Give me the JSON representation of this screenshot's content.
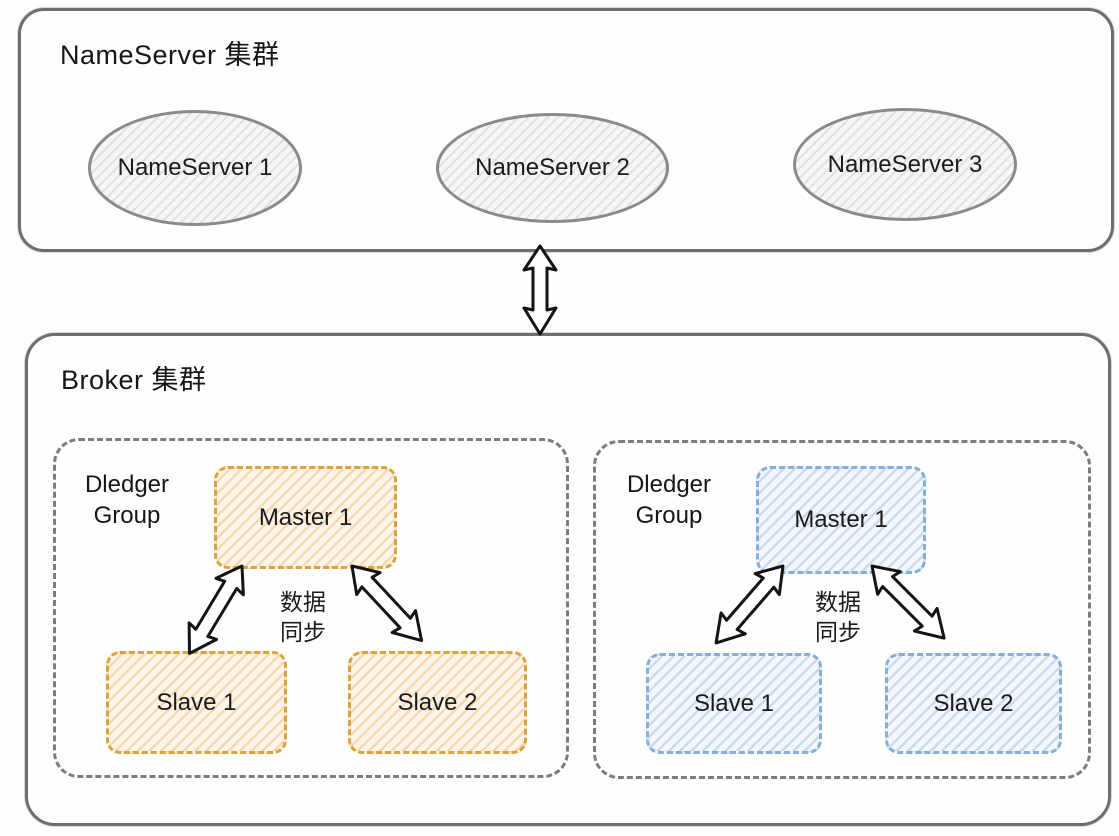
{
  "nameserver_cluster": {
    "title": "NameServer 集群",
    "nodes": [
      {
        "label": "NameServer 1"
      },
      {
        "label": "NameServer 2"
      },
      {
        "label": "NameServer 3"
      }
    ]
  },
  "broker_cluster": {
    "title": "Broker 集群",
    "groups": [
      {
        "label": "Dledger\nGroup",
        "master": "Master 1",
        "slaves": [
          "Slave 1",
          "Slave 2"
        ],
        "sync_label": "数据\n同步",
        "accent": "#d9a43c"
      },
      {
        "label": "Dledger\nGroup",
        "master": "Master 1",
        "slaves": [
          "Slave 1",
          "Slave 2"
        ],
        "sync_label": "数据\n同步",
        "accent": "#83aede"
      }
    ]
  },
  "colors": {
    "outline_gray": "#6e6e6e",
    "ellipse_gray": "#8a8a8a",
    "dashed_group_gray": "#7c7c7c",
    "orange_accent": "#d9a43c",
    "blue_accent": "#83aede",
    "arrow_black": "#141414"
  }
}
